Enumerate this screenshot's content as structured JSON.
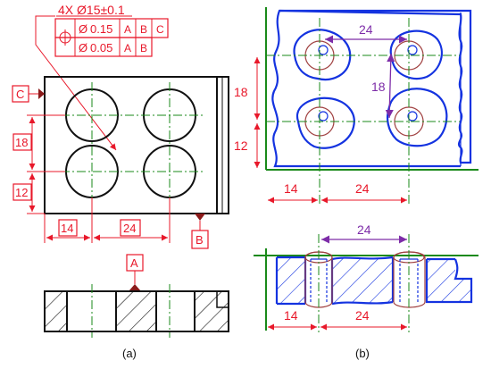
{
  "fcf": {
    "count_diameter": "4X Ø15±0.1",
    "row1": {
      "symbol": "Ø",
      "tolerance": "0.15",
      "datums": [
        "A",
        "B",
        "C"
      ]
    },
    "row2": {
      "symbol": "Ø",
      "tolerance": "0.05",
      "datums": [
        "A",
        "B"
      ]
    }
  },
  "datums": {
    "a": "A",
    "b": "B",
    "c": "C"
  },
  "panel_a": {
    "dims": {
      "vertical_upper": "18",
      "vertical_lower": "12",
      "horizontal_left": "14",
      "horizontal_mid": "24"
    },
    "caption": "(a)"
  },
  "panel_b": {
    "dims": {
      "top": "24",
      "right_vertical": "18",
      "left_upper": "18",
      "left_lower": "12",
      "bottom_left": "14",
      "bottom_mid": "24",
      "section_top": "24",
      "section_left": "14",
      "section_mid": "24"
    },
    "caption": "(b)"
  },
  "colors": {
    "dimension": "#e8182a",
    "outline": "#111111",
    "centerline": "#1a8a1a",
    "actual_part": "#1433e0",
    "tolerance_zone": "#a04040",
    "annotation": "#7d2ca8"
  }
}
